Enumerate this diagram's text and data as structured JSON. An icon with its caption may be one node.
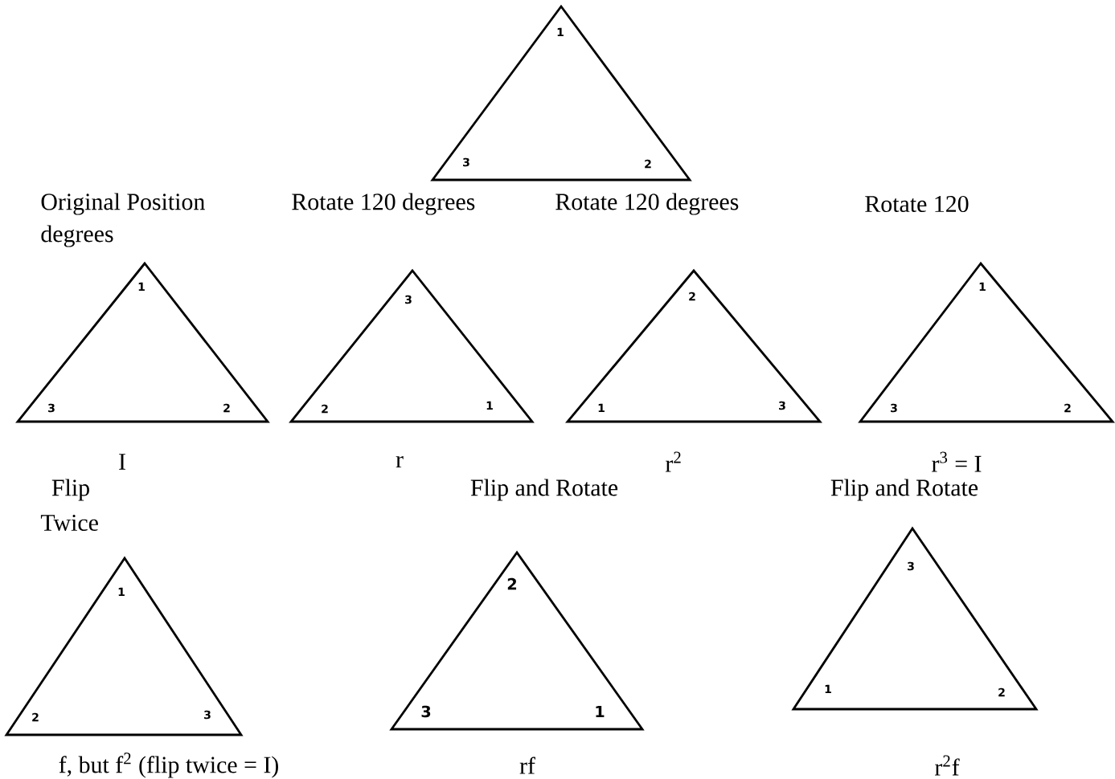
{
  "diagram": {
    "nodes": [
      {
        "text": [
          "1",
          "3",
          "2"
        ]
      },
      {
        "text": [
          "1",
          "3",
          "2"
        ],
        "beside": [
          "I"
        ]
      },
      {
        "text": [
          "3",
          "2",
          "1"
        ],
        "beside": [
          "r"
        ]
      },
      {
        "text": [
          "2",
          "1",
          "3"
        ],
        "beside": [
          "r$^{2}$"
        ]
      },
      {
        "text": [
          "1",
          "3",
          "2"
        ],
        "beside": [
          "r$^{3}$ = I"
        ]
      },
      {
        "text": [
          "1",
          "2",
          "3"
        ],
        "beside": [
          "f, but f$^{2}$ (flip twice = I)"
        ]
      },
      {
        "text": [
          "2",
          "3",
          "1"
        ],
        "beside": [
          "rf"
        ]
      },
      {
        "text": [
          "3",
          "1",
          "2"
        ],
        "beside": [
          "r$^{2}$f"
        ]
      }
    ],
    "labels": [
      "Original Position",
      "Rotate 120 degrees",
      "Rotate 120 degrees",
      "Rotate 120",
      "degrees",
      "Flip",
      "Flip and Rotate",
      "Flip and Rotate",
      "Twice"
    ]
  }
}
